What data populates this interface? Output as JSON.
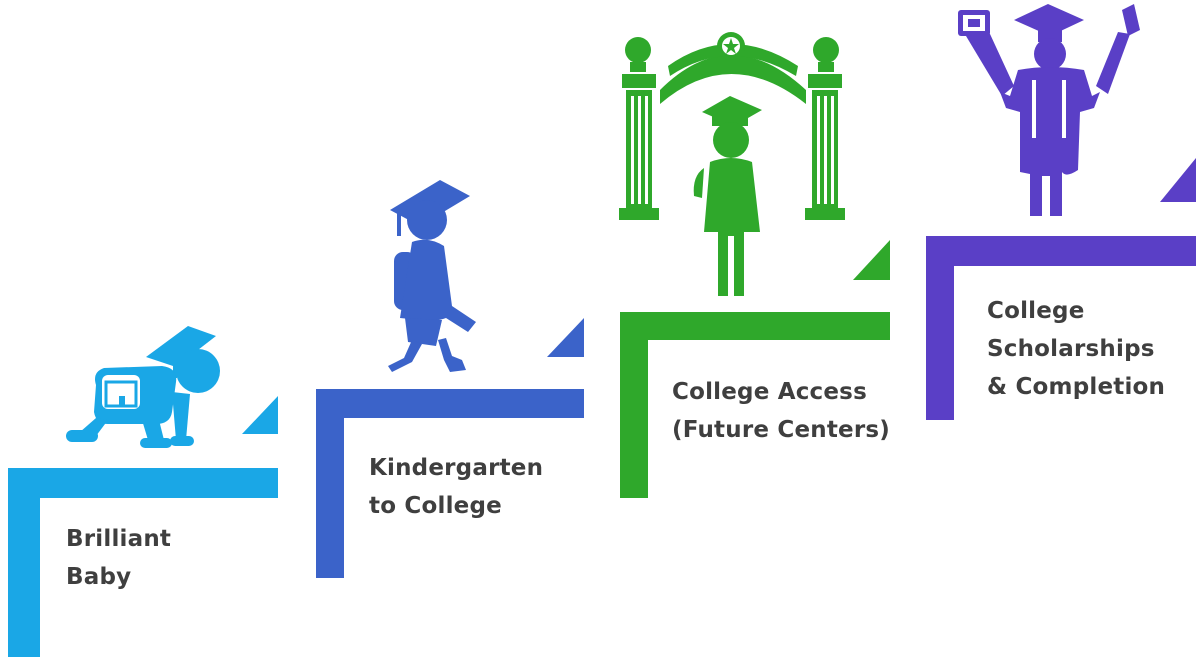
{
  "colors": {
    "stage1": "#1aa7e6",
    "stage2": "#3b63c9",
    "stage3": "#2fa82b",
    "stage4": "#5a3fc6",
    "text": "#3f3f3f"
  },
  "steps": [
    {
      "id": "brilliant-baby",
      "lines": [
        "Brilliant",
        "Baby"
      ],
      "icon": "crawling-baby-graduate-icon"
    },
    {
      "id": "kindergarten-to-college",
      "lines": [
        "Kindergarten",
        "to College"
      ],
      "icon": "walking-student-graduate-icon"
    },
    {
      "id": "college-access",
      "lines": [
        "College Access",
        "(Future Centers)"
      ],
      "icon": "student-under-arch-icon"
    },
    {
      "id": "college-scholarships",
      "lines": [
        "College",
        "Scholarships",
        "& Completion"
      ],
      "icon": "celebrating-graduate-icon"
    }
  ]
}
